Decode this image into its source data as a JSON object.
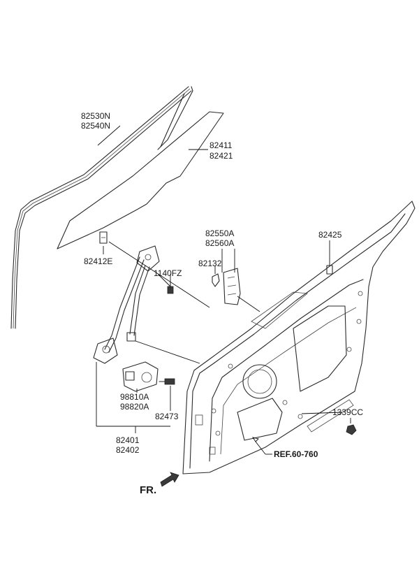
{
  "labels": {
    "belt_molding": [
      "82530N",
      "82540N"
    ],
    "glass": [
      "82411",
      "82421"
    ],
    "glass_holder": "82412E",
    "bolt_1140fz": "1140FZ",
    "channel_module": [
      "82550A",
      "82560A"
    ],
    "clip_82132": "82132",
    "clip_82425": "82425",
    "motor": [
      "98810A",
      "98820A"
    ],
    "bolt_82473": "82473",
    "regulator": [
      "82401",
      "82402"
    ],
    "nut_1339cc": "1339CC",
    "ref": "REF.60-760",
    "front": "FR."
  }
}
